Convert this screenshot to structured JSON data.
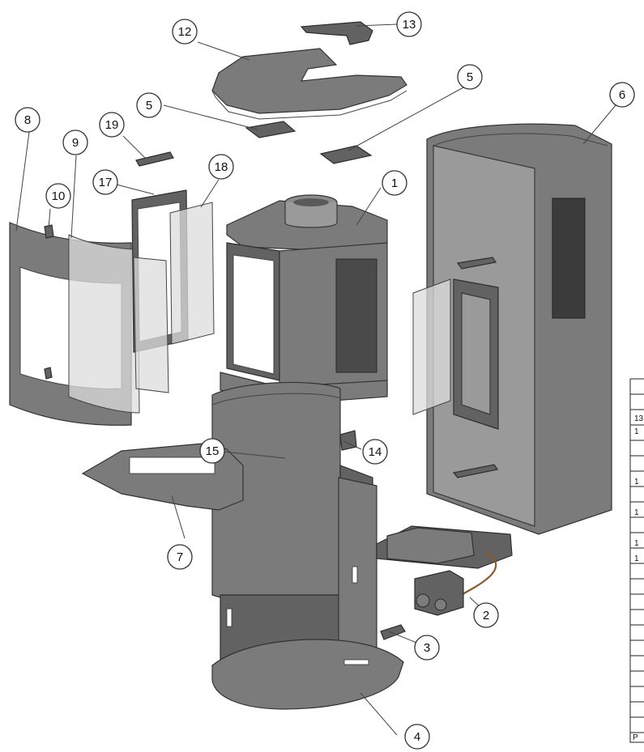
{
  "callouts": [
    {
      "label": "1"
    },
    {
      "label": "2"
    },
    {
      "label": "3"
    },
    {
      "label": "4"
    },
    {
      "label": "5"
    },
    {
      "label": "5"
    },
    {
      "label": "6"
    },
    {
      "label": "7"
    },
    {
      "label": "8"
    },
    {
      "label": "9"
    },
    {
      "label": "10"
    },
    {
      "label": "12"
    },
    {
      "label": "13"
    },
    {
      "label": "14"
    },
    {
      "label": "15"
    },
    {
      "label": "17"
    },
    {
      "label": "18"
    },
    {
      "label": "19"
    }
  ],
  "parts_table": {
    "fragments": [
      "13",
      "1",
      "1",
      "1",
      "1",
      "1",
      "P"
    ]
  }
}
